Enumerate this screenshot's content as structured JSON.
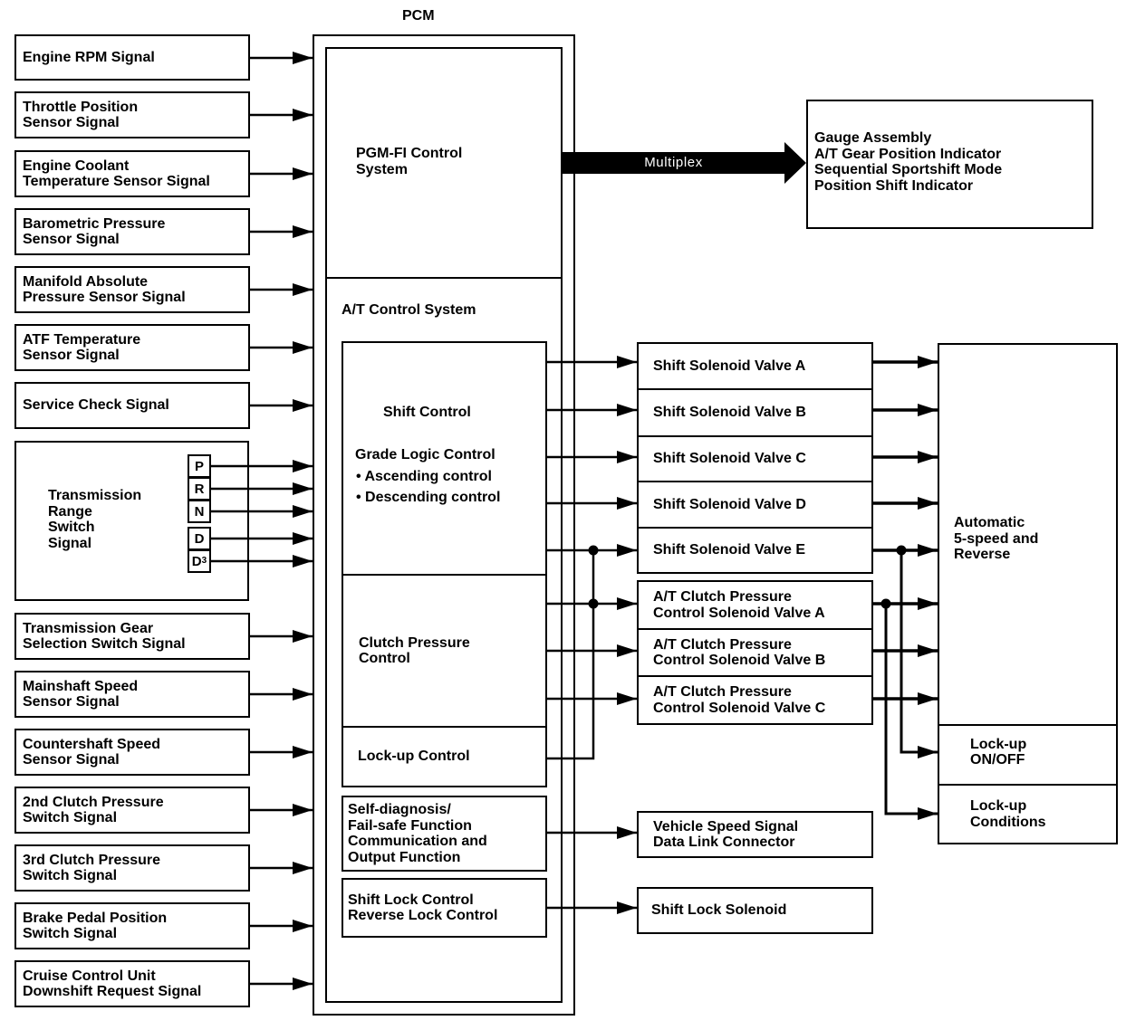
{
  "pcm": {
    "title": "PCM",
    "pgm_fi": "PGM-FI Control\nSystem",
    "at_control": "A/T Control System",
    "shift_control": "Shift Control",
    "grade_logic": "Grade Logic Control",
    "ascending": "• Ascending control",
    "descending": "• Descending control",
    "clutch_pressure_control": "Clutch Pressure\nControl",
    "lockup_control": "Lock-up Control",
    "self_diagnosis": "Self-diagnosis/\nFail-safe Function\nCommunication and\nOutput Function",
    "shift_lock_control": "Shift Lock Control\nReverse Lock Control"
  },
  "inputs": {
    "engine_rpm": "Engine RPM Signal",
    "throttle_position": "Throttle Position\nSensor Signal",
    "engine_coolant": "Engine Coolant\nTemperature Sensor Signal",
    "barometric_pressure": "Barometric Pressure\nSensor Signal",
    "manifold_absolute": "Manifold Absolute\nPressure Sensor Signal",
    "atf_temperature": "ATF Temperature\nSensor Signal",
    "service_check": "Service Check Signal",
    "transmission_range": "Transmission\nRange\nSwitch\nSignal",
    "range_positions": [
      "P",
      "R",
      "N",
      "D",
      "D3"
    ],
    "gear_selection": "Transmission Gear\nSelection Switch Signal",
    "mainshaft_speed": "Mainshaft Speed\nSensor Signal",
    "countershaft_speed": "Countershaft Speed\nSensor Signal",
    "clutch_2nd": "2nd Clutch Pressure\nSwitch Signal",
    "clutch_3rd": "3rd Clutch Pressure\nSwitch Signal",
    "brake_pedal": "Brake Pedal Position\nSwitch Signal",
    "cruise_control": "Cruise Control Unit\nDownshift Request Signal"
  },
  "multiplex": {
    "label": "Multiplex",
    "gauge": "Gauge Assembly\nA/T Gear Position Indicator\nSequential Sportshift Mode\nPosition Shift Indicator"
  },
  "outputs": {
    "shift_solenoids": [
      "Shift Solenoid Valve A",
      "Shift Solenoid Valve B",
      "Shift Solenoid Valve C",
      "Shift Solenoid Valve D",
      "Shift Solenoid Valve E"
    ],
    "clutch_solenoids": [
      "A/T Clutch Pressure\nControl Solenoid Valve A",
      "A/T Clutch Pressure\nControl Solenoid Valve B",
      "A/T Clutch Pressure\nControl Solenoid Valve C"
    ],
    "vehicle_speed": "Vehicle Speed Signal\nData Link Connector",
    "shift_lock_solenoid": "Shift Lock Solenoid"
  },
  "transmission": {
    "automatic": "Automatic\n5-speed and\nReverse",
    "lockup_on_off": "Lock-up\nON/OFF",
    "lockup_conditions": "Lock-up\nConditions"
  }
}
